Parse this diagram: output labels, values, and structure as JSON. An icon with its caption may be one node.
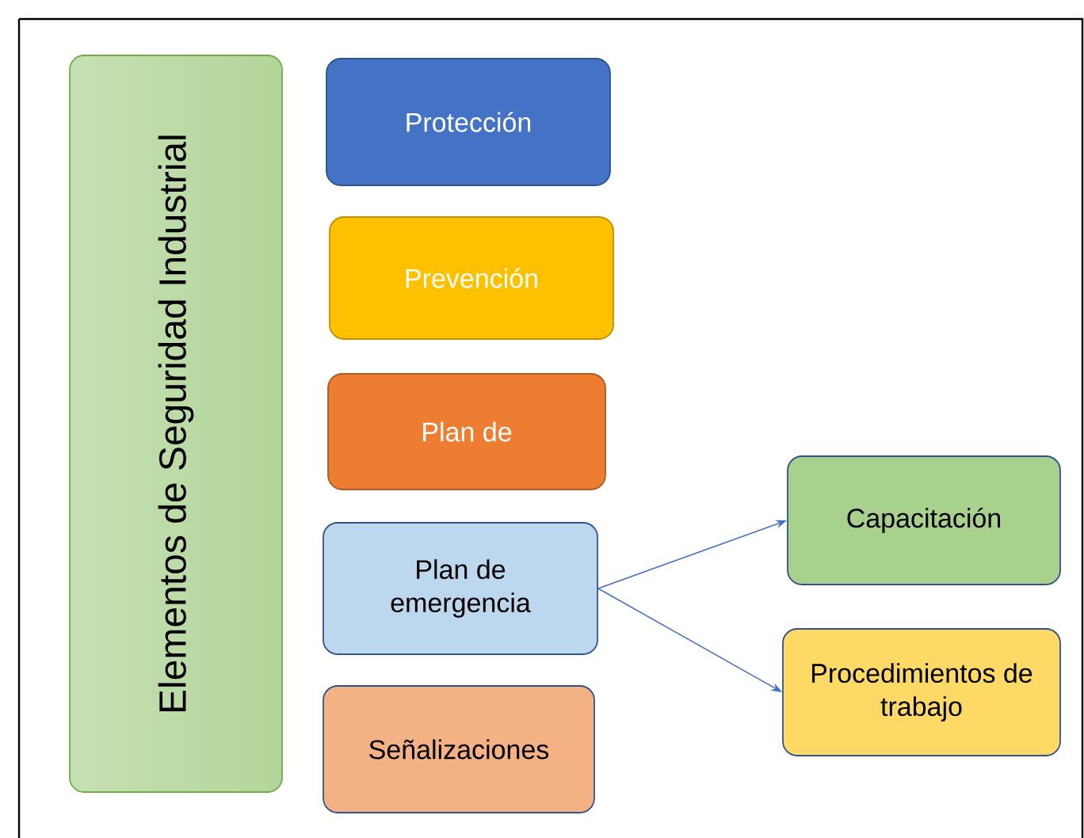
{
  "diagram": {
    "nodes": [
      {
        "text": [
          "Elementos de Seguridad Industrial"
        ]
      },
      {
        "text": [
          "Protección"
        ]
      },
      {
        "text": [
          "Prevención"
        ]
      },
      {
        "text": [
          "Plan de"
        ]
      },
      {
        "text": [
          "Plan de emergencia"
        ]
      },
      {
        "text": [
          "Señalizaciones"
        ]
      },
      {
        "text": [
          "Capacitación"
        ]
      },
      {
        "text": [
          "Procedimientos de trabajo"
        ]
      }
    ],
    "edges": [
      {
        "from": 4,
        "to": 6,
        "arrow": "to"
      },
      {
        "from": 4,
        "to": 7,
        "arrow": "to"
      }
    ]
  }
}
